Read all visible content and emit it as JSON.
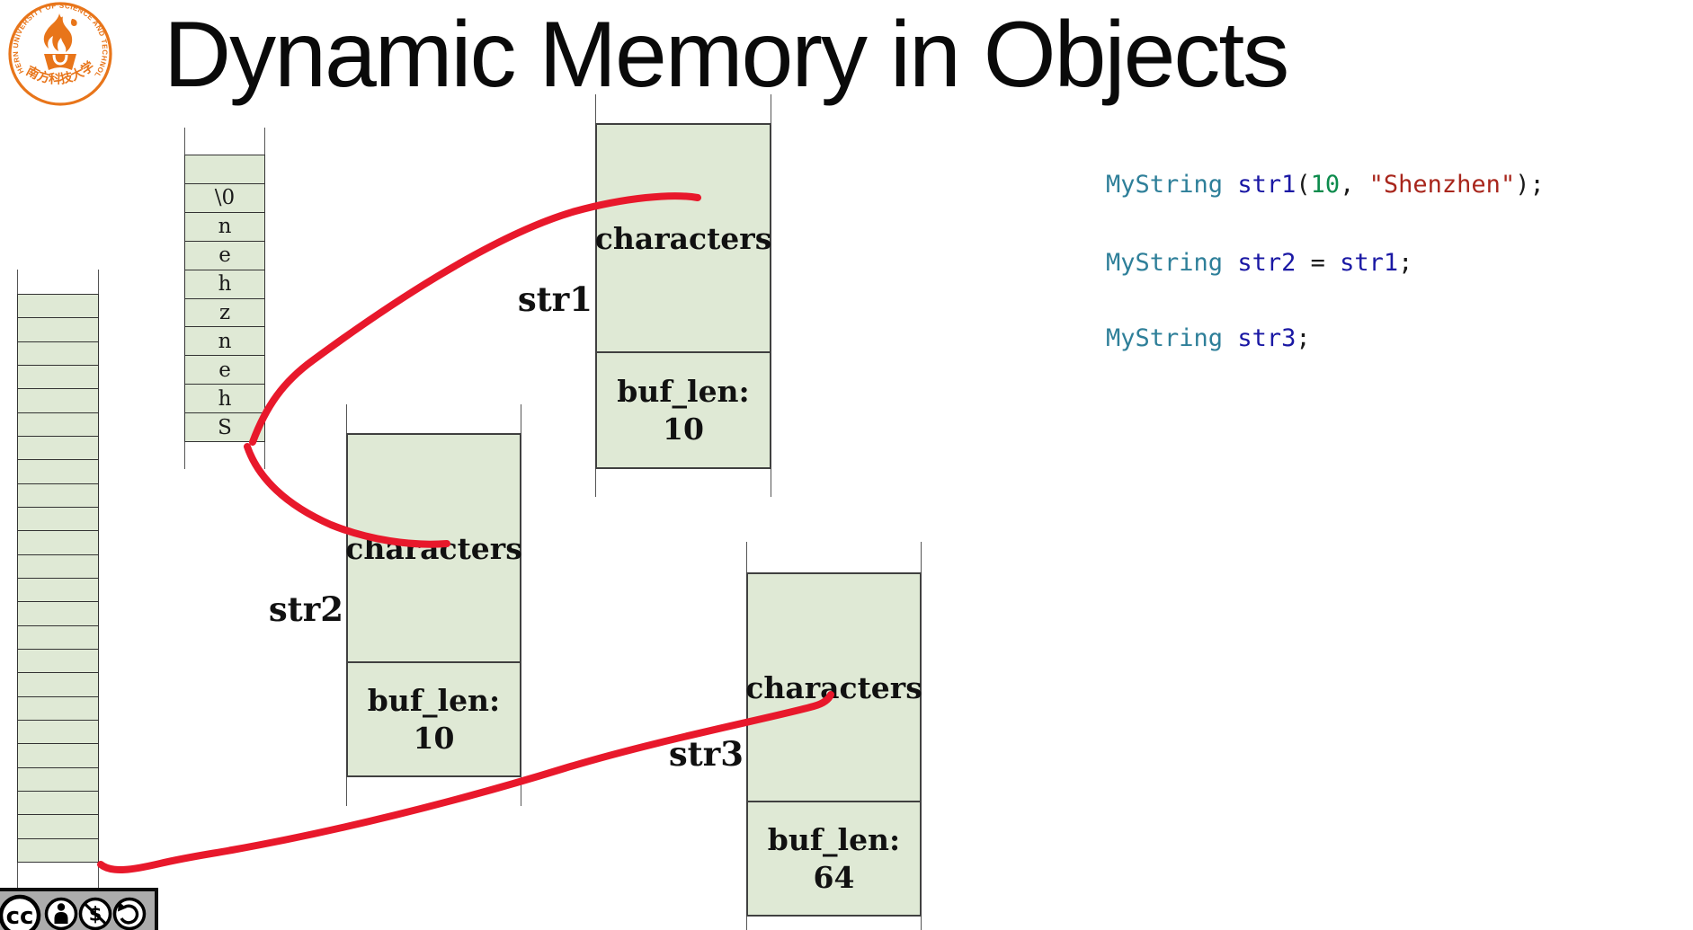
{
  "slide": {
    "title": "Dynamic Memory in Objects"
  },
  "palette": {
    "title_black": "#0a0a0a",
    "cell_fill": "#dfe9d5",
    "cell_border": "#333333",
    "box_border": "#404040",
    "rail_gray": "#555555",
    "arrow_red": "#e8182b",
    "logo_orange": "#e8751a",
    "code_type": "#2e7f99",
    "code_var": "#1a18a4",
    "code_number": "#0c8b4c",
    "code_string": "#a8261c",
    "code_plain": "#1a1a1a",
    "badge_gray": "#acacac"
  },
  "logo": {
    "ring_text": "SOUTHERN UNIVERSITY OF SCIENCE AND TECHNOLOGY",
    "cn_text": "南方科技大学"
  },
  "memory": {
    "heap_strip": {
      "cells_count": 24
    },
    "buffer_strip": {
      "cells": [
        "",
        "\\0",
        "n",
        "e",
        "h",
        "z",
        "n",
        "e",
        "h",
        "S"
      ]
    }
  },
  "objects": [
    {
      "label": "str1",
      "field1": "characters",
      "field2": "buf_len:",
      "value": "10"
    },
    {
      "label": "str2",
      "field1": "characters",
      "field2": "buf_len:",
      "value": "10"
    },
    {
      "label": "str3",
      "field1": "characters",
      "field2": "buf_len:",
      "value": "64"
    }
  ],
  "code": {
    "lines": [
      {
        "tokens": [
          {
            "t": "MyString",
            "c": "code_type"
          },
          {
            "t": " ",
            "c": "code_plain"
          },
          {
            "t": "str1",
            "c": "code_var"
          },
          {
            "t": "(",
            "c": "code_plain"
          },
          {
            "t": "10",
            "c": "code_number"
          },
          {
            "t": ", ",
            "c": "code_plain"
          },
          {
            "t": "\"Shenzhen\"",
            "c": "code_string"
          },
          {
            "t": ");",
            "c": "code_plain"
          }
        ]
      },
      {
        "tokens": [
          {
            "t": "MyString",
            "c": "code_type"
          },
          {
            "t": " ",
            "c": "code_plain"
          },
          {
            "t": "str2",
            "c": "code_var"
          },
          {
            "t": " = ",
            "c": "code_plain"
          },
          {
            "t": "str1",
            "c": "code_var"
          },
          {
            "t": ";",
            "c": "code_plain"
          }
        ]
      },
      {
        "tokens": [
          {
            "t": "MyString",
            "c": "code_type"
          },
          {
            "t": " ",
            "c": "code_plain"
          },
          {
            "t": "str3",
            "c": "code_var"
          },
          {
            "t": ";",
            "c": "code_plain"
          }
        ]
      }
    ]
  },
  "license": {
    "icons": [
      "cc",
      "attribution",
      "non-commercial",
      "share-alike"
    ],
    "cc_letters": "cc",
    "nc_symbol": "$"
  }
}
